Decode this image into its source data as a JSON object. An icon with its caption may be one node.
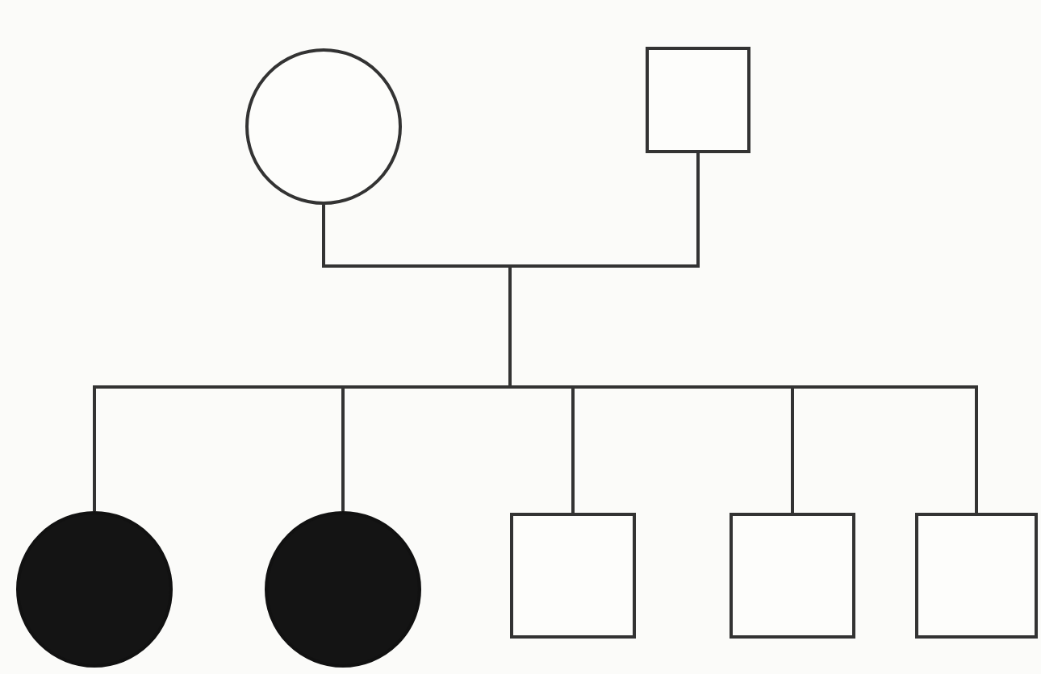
{
  "diagram": {
    "nodes": [
      {
        "text": [],
        "shape": "circle"
      },
      {
        "text": [],
        "shape": "box"
      },
      {
        "text": [],
        "shape": "circle"
      },
      {
        "text": [],
        "shape": "circle"
      },
      {
        "text": [],
        "shape": "box"
      },
      {
        "text": [],
        "shape": "box"
      },
      {
        "text": [],
        "shape": "box"
      }
    ],
    "edges": [
      {
        "from": 0,
        "to": 2,
        "arrow": "none"
      },
      {
        "from": 0,
        "to": 3,
        "arrow": "none"
      },
      {
        "from": 0,
        "to": 4,
        "arrow": "none"
      },
      {
        "from": 0,
        "to": 5,
        "arrow": "none"
      },
      {
        "from": 0,
        "to": 6,
        "arrow": "none"
      },
      {
        "from": 1,
        "to": 2,
        "arrow": "none"
      },
      {
        "from": 1,
        "to": 3,
        "arrow": "none"
      },
      {
        "from": 1,
        "to": 4,
        "arrow": "none"
      },
      {
        "from": 1,
        "to": 5,
        "arrow": "none"
      },
      {
        "from": 1,
        "to": 6,
        "arrow": "none"
      }
    ]
  }
}
